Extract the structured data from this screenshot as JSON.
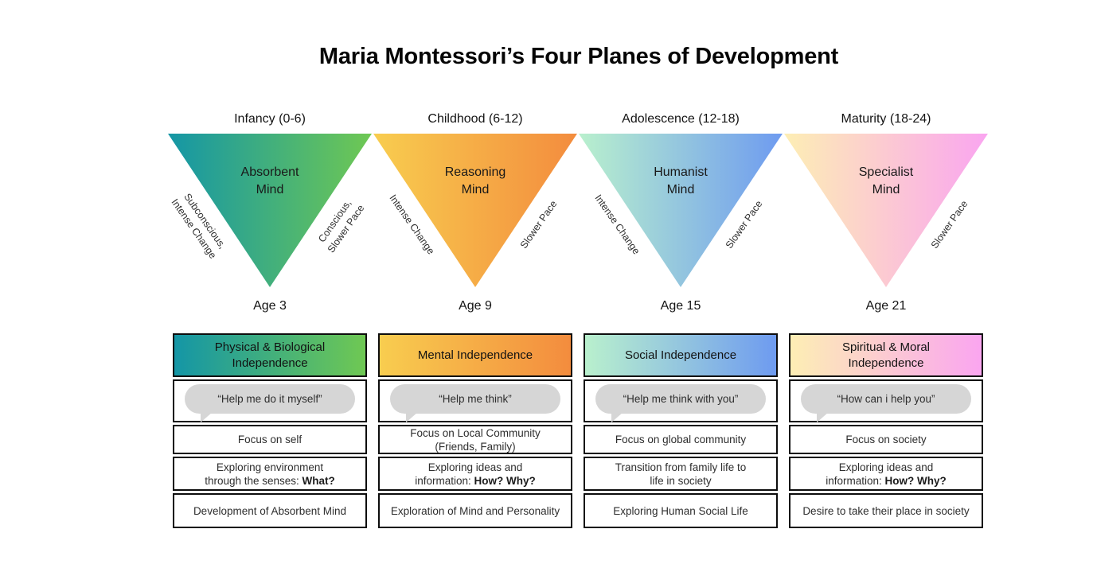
{
  "title": "Maria Montessori’s Four Planes of Development",
  "planes": [
    {
      "stage": "Infancy (0-6)",
      "mind": "Absorbent\nMind",
      "left_label": "Subconscious,\nIntense Change",
      "right_label": "Conscious,\nSlower Pace",
      "age": "Age 3",
      "colors": {
        "from": "#1496a6",
        "to": "#6fc853"
      },
      "table": {
        "header": "Physical & Biological\nIndependence",
        "quote": "“Help me do it myself”",
        "rows": [
          {
            "pre": "Focus on self",
            "bold": ""
          },
          {
            "pre": "Exploring environment\nthrough the senses: ",
            "bold": "What?"
          },
          {
            "pre": "Development of Absorbent Mind",
            "bold": ""
          }
        ]
      }
    },
    {
      "stage": "Childhood (6-12)",
      "mind": "Reasoning\nMind",
      "left_label": "Intense Change",
      "right_label": "Slower Pace",
      "age": "Age 9",
      "colors": {
        "from": "#f8cd4f",
        "to": "#f38c3e"
      },
      "table": {
        "header": "Mental Independence",
        "quote": "“Help me think”",
        "rows": [
          {
            "pre": "Focus on Local Community\n(Friends, Family)",
            "bold": ""
          },
          {
            "pre": "Exploring ideas and\ninformation: ",
            "bold": "How? Why?"
          },
          {
            "pre": "Exploration of Mind and Personality",
            "bold": ""
          }
        ]
      }
    },
    {
      "stage": "Adolescence (12-18)",
      "mind": "Humanist\nMind",
      "left_label": "Intense Change",
      "right_label": "Slower Pace",
      "age": "Age 15",
      "colors": {
        "from": "#b9f0cd",
        "to": "#6e9bf0"
      },
      "table": {
        "header": "Social  Independence",
        "quote": "“Help me think with you”",
        "rows": [
          {
            "pre": "Focus on global community",
            "bold": ""
          },
          {
            "pre": "Transition from family life to\nlife in society",
            "bold": ""
          },
          {
            "pre": "Exploring Human Social Life",
            "bold": ""
          }
        ]
      }
    },
    {
      "stage": "Maturity (18-24)",
      "mind": "Specialist\nMind",
      "left_label": "",
      "right_label": "Slower Pace",
      "age": "Age 21",
      "colors": {
        "from": "#fdeeb4",
        "to": "#faa5f0"
      },
      "table": {
        "header": "Spiritual & Moral\nIndependence",
        "quote": "“How can i help you”",
        "rows": [
          {
            "pre": "Focus on society",
            "bold": ""
          },
          {
            "pre": "Exploring ideas and\ninformation: ",
            "bold": "How? Why?"
          },
          {
            "pre": "Desire to take their place in society",
            "bold": ""
          }
        ]
      }
    }
  ],
  "bubble_color": "#d6d6d6",
  "border_color": "#0d0d0d"
}
